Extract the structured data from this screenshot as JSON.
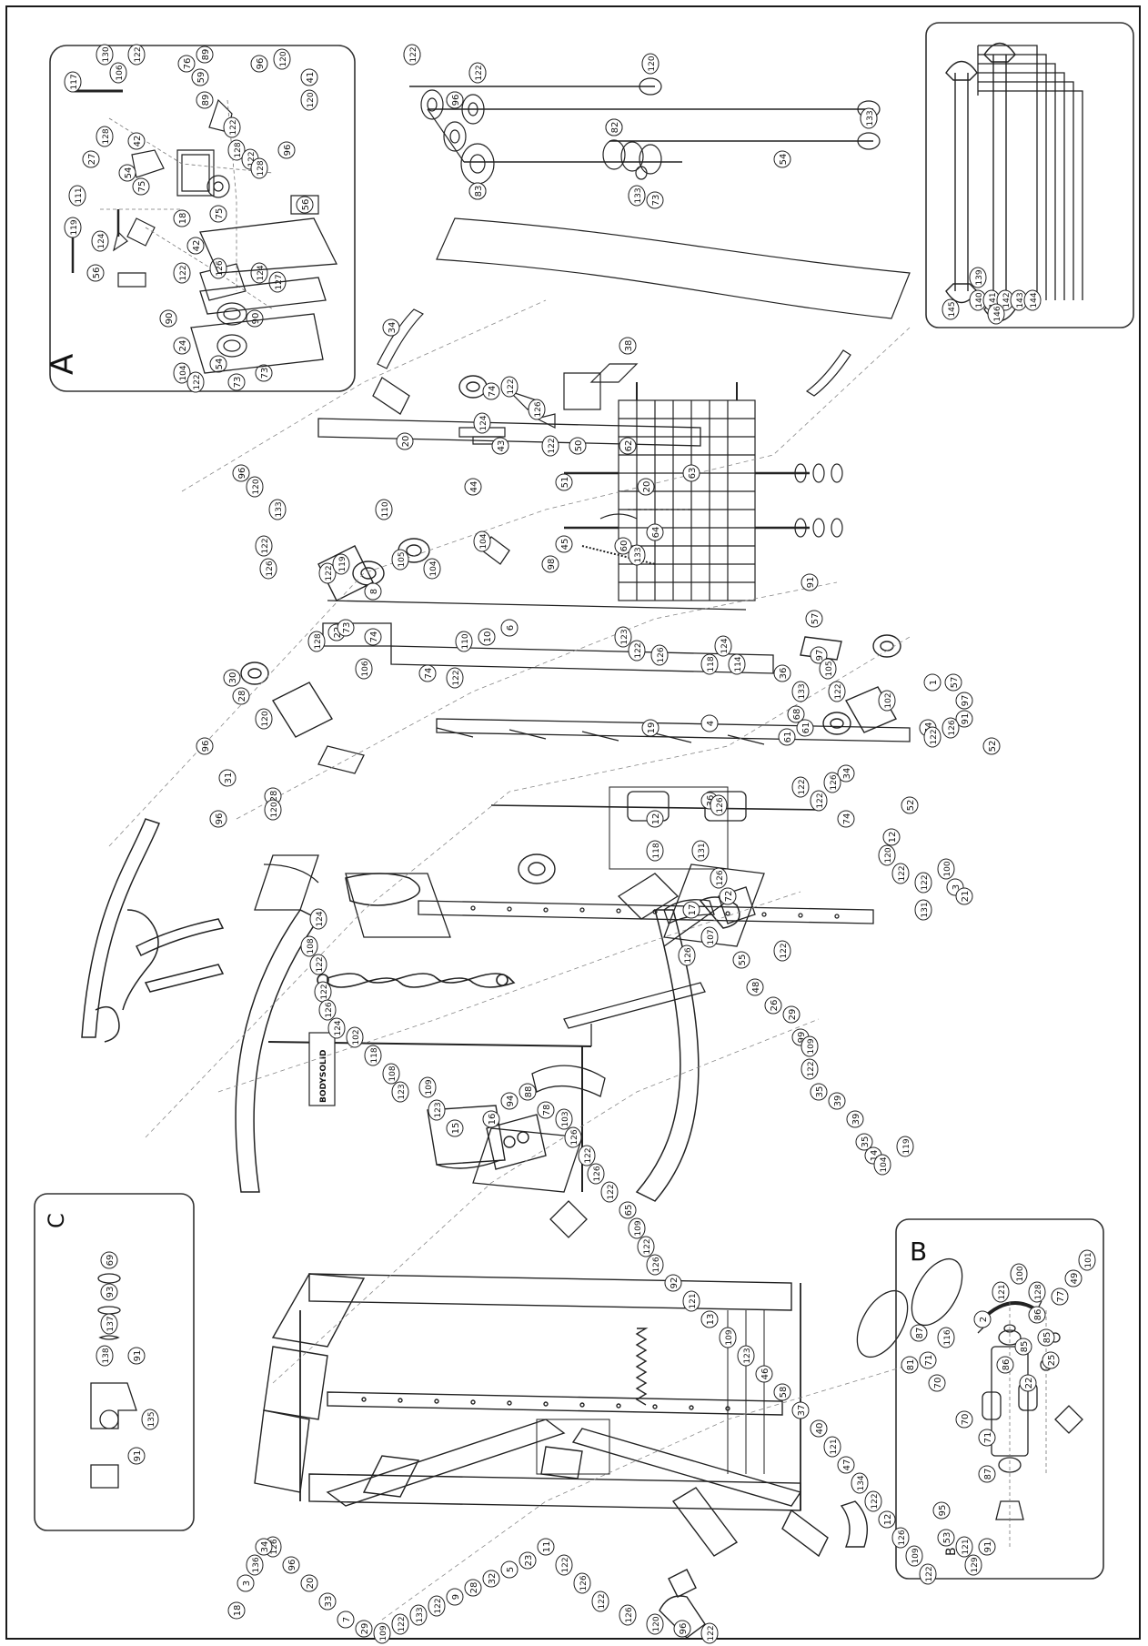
{
  "insets": {
    "A": {
      "label": "A"
    },
    "B": {
      "label": "B",
      "sub_label": "B"
    },
    "C": {
      "label": "C"
    }
  },
  "callouts_main": [
    "73",
    "74",
    "74",
    "74",
    "74",
    "75",
    "72",
    "73",
    "73",
    "54",
    "38",
    "34",
    "126",
    "122",
    "74",
    "124",
    "43",
    "122",
    "51",
    "50",
    "62",
    "20",
    "63",
    "44",
    "20",
    "96",
    "120",
    "133",
    "110",
    "122",
    "126",
    "122",
    "119",
    "105",
    "104",
    "98",
    "45",
    "104",
    "60",
    "133",
    "64",
    "30",
    "28",
    "120",
    "96",
    "31",
    "28",
    "120",
    "96",
    "128",
    "22",
    "73",
    "8",
    "74",
    "74",
    "106",
    "122",
    "110",
    "10",
    "6",
    "123",
    "122",
    "126",
    "118",
    "124",
    "114",
    "36",
    "133",
    "91",
    "57",
    "97",
    "105",
    "122",
    "102",
    "1",
    "57",
    "97",
    "91",
    "52",
    "74",
    "122",
    "126",
    "52",
    "61",
    "68",
    "61",
    "34",
    "4",
    "19",
    "36",
    "126",
    "122",
    "122",
    "126",
    "74",
    "12",
    "120",
    "122",
    "122",
    "100",
    "3",
    "21",
    "131",
    "12",
    "118",
    "131",
    "126",
    "72",
    "17",
    "107",
    "126",
    "122",
    "55",
    "48",
    "26",
    "29",
    "99",
    "109",
    "122",
    "35",
    "39",
    "39",
    "35",
    "14",
    "104",
    "119",
    "124",
    "108",
    "122",
    "122",
    "126",
    "124",
    "102",
    "118",
    "108",
    "123",
    "109",
    "123",
    "15",
    "16",
    "94",
    "88",
    "78",
    "103",
    "126",
    "122",
    "126",
    "122",
    "65",
    "109",
    "122",
    "126",
    "92",
    "121",
    "13",
    "109",
    "123",
    "46",
    "58",
    "37",
    "40",
    "121",
    "47",
    "134",
    "122",
    "12",
    "126",
    "109",
    "122",
    "11",
    "122",
    "126",
    "122",
    "126",
    "120",
    "96",
    "122",
    "126",
    "96",
    "20",
    "33",
    "7",
    "29",
    "109",
    "122",
    "133",
    "122",
    "9",
    "28",
    "32",
    "5",
    "23",
    "18",
    "3",
    "136",
    "34",
    "81",
    "2",
    "116",
    "122",
    "122",
    "120",
    "96",
    "133",
    "82",
    "83",
    "133"
  ],
  "callouts_A": [
    "117",
    "130",
    "106",
    "122",
    "27",
    "128",
    "42",
    "54",
    "75",
    "111",
    "119",
    "124",
    "56",
    "76",
    "89",
    "59",
    "89",
    "96",
    "120",
    "41",
    "120",
    "122",
    "128",
    "122",
    "128",
    "96",
    "18",
    "75",
    "56",
    "42",
    "122",
    "126",
    "124",
    "127",
    "90",
    "24",
    "90",
    "104",
    "122",
    "73",
    "73",
    "54"
  ],
  "callouts_B": [
    "101",
    "49",
    "77",
    "128",
    "100",
    "121",
    "86",
    "85",
    "85",
    "25",
    "87",
    "71",
    "70",
    "86",
    "22",
    "70",
    "71",
    "87",
    "95",
    "53",
    "121",
    "91",
    "129"
  ],
  "callouts_C": [
    "69",
    "93",
    "137",
    "91",
    "138",
    "135",
    "91"
  ],
  "callouts_tools": [
    "139",
    "140",
    "141",
    "142",
    "143",
    "144",
    "145",
    "146"
  ],
  "logo_text": "BODYSOLID"
}
